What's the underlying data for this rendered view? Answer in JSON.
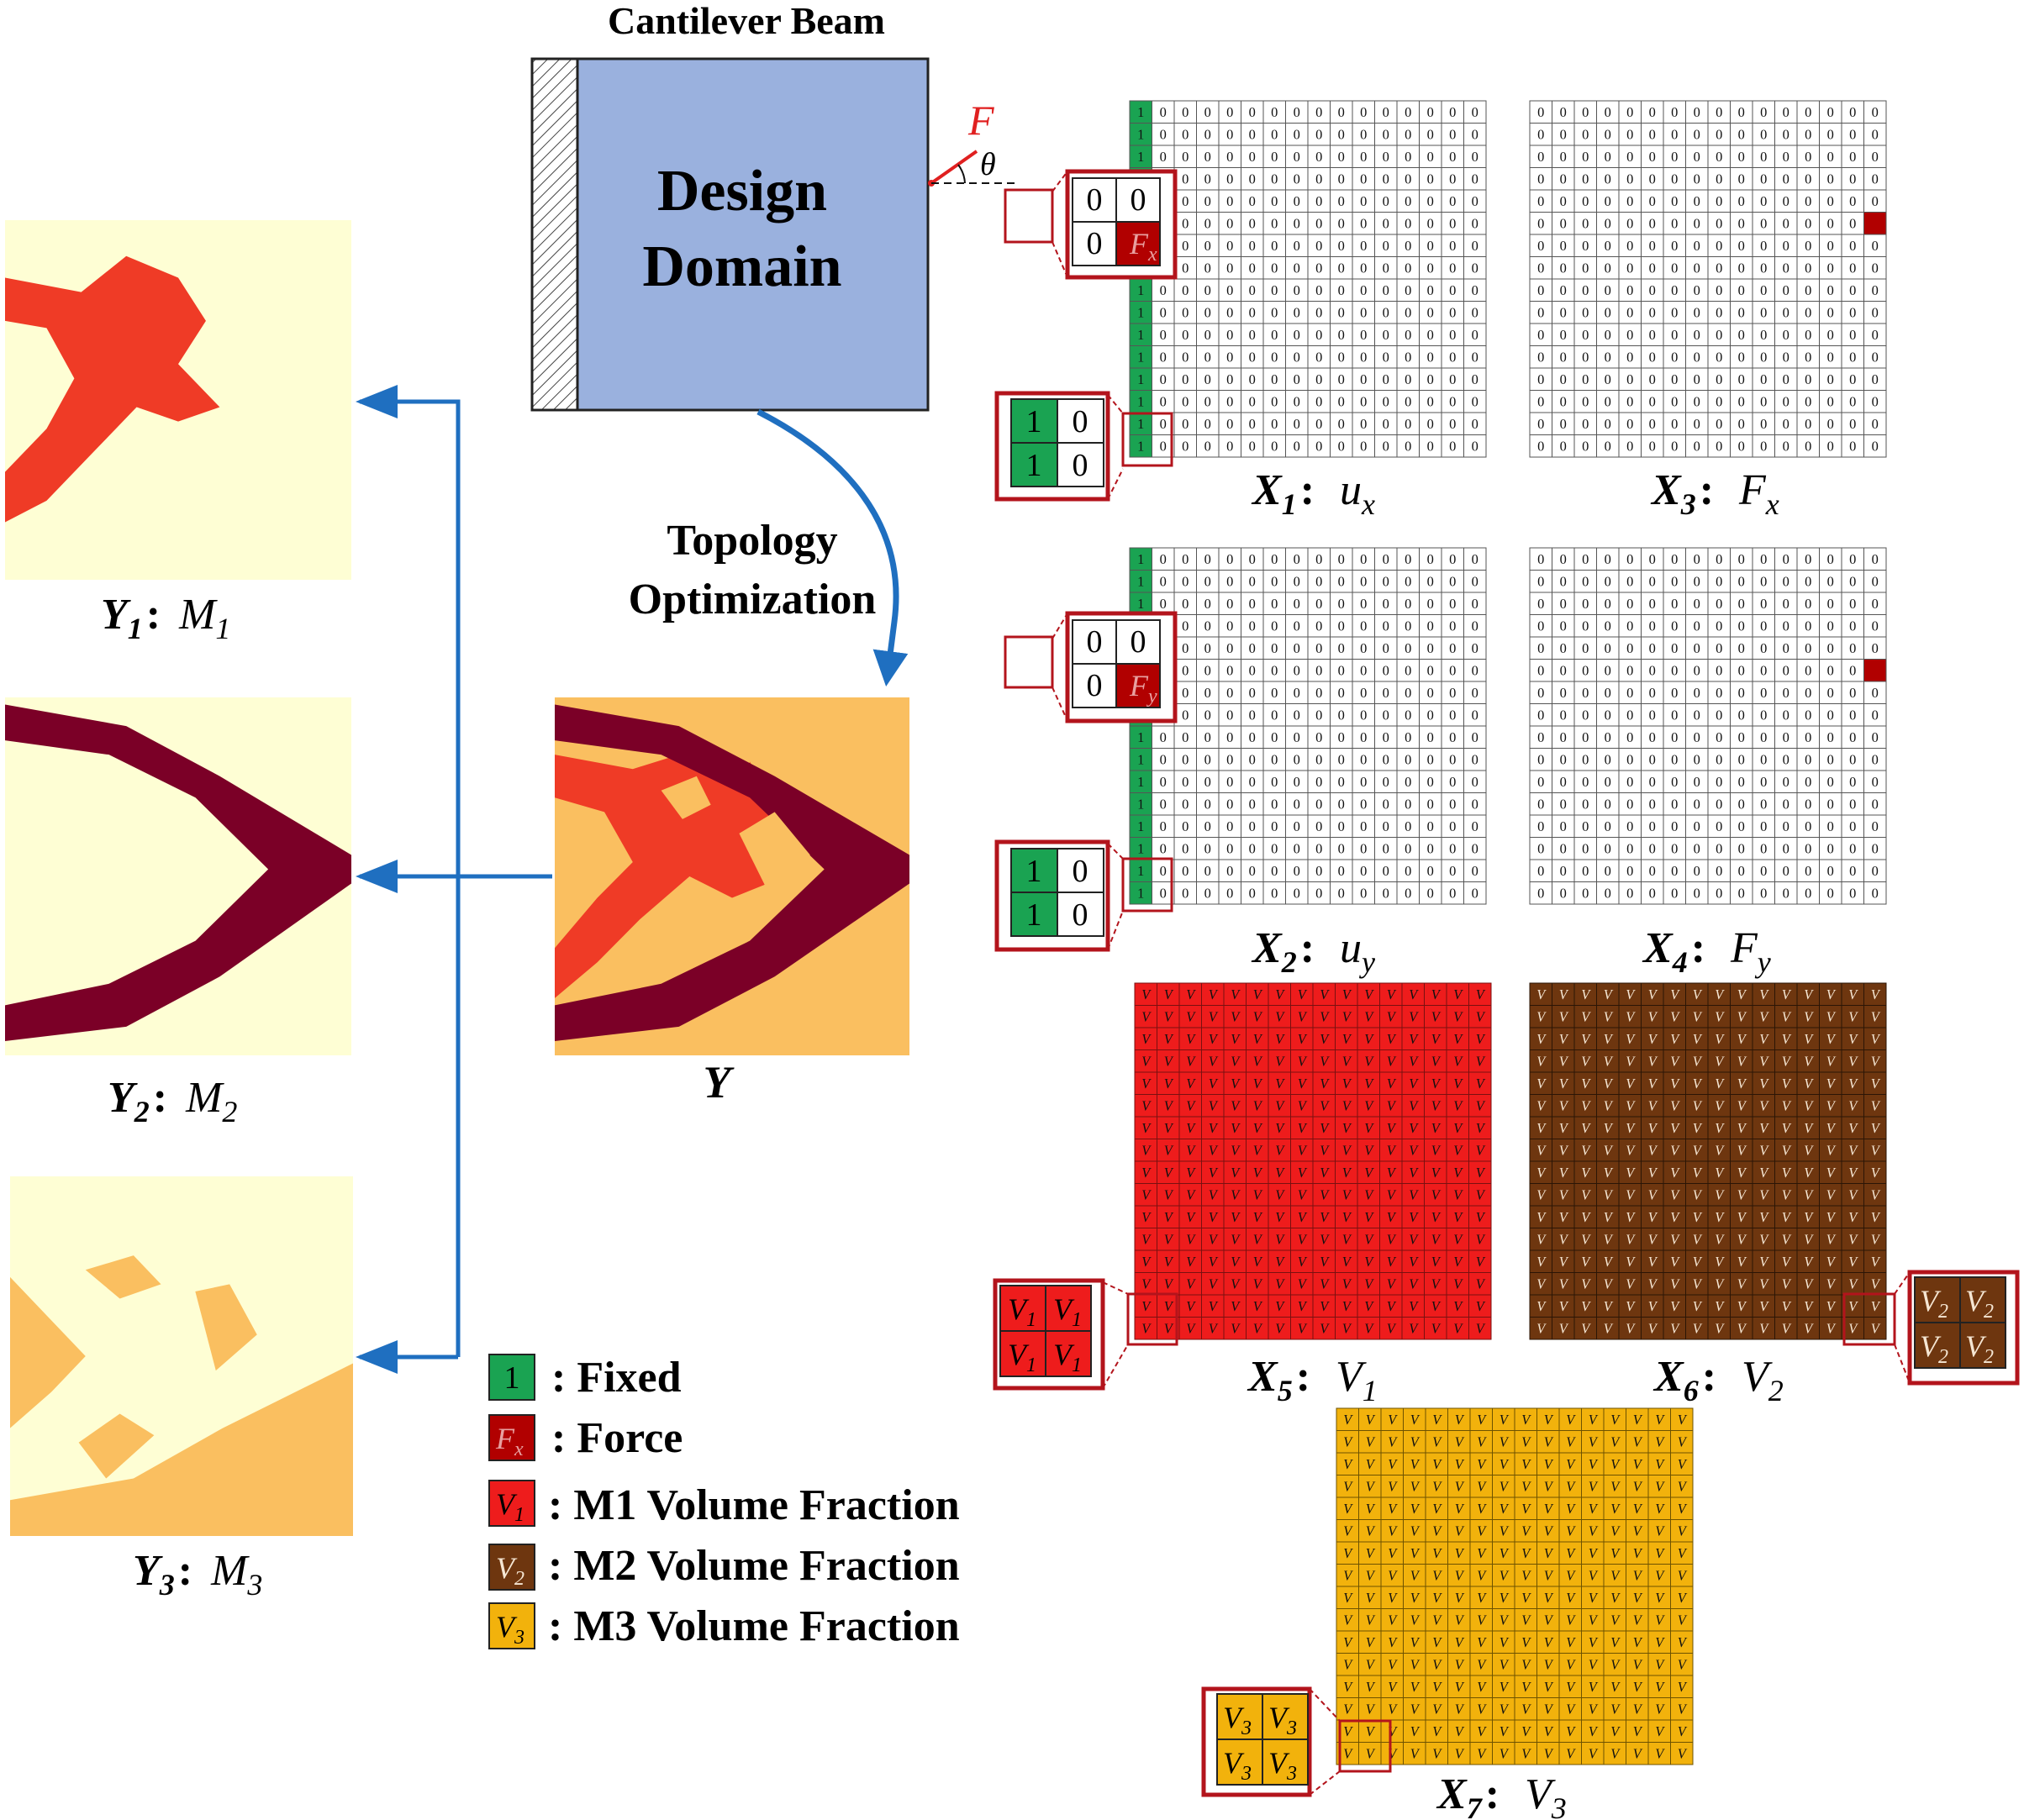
{
  "beam": {
    "title": "Cantilever Beam",
    "domain_line1": "Design",
    "domain_line2": "Domain",
    "force_symbol": "F",
    "angle_symbol": "θ",
    "domain_color": "#9ab1de"
  },
  "arrow_label": {
    "line1": "Topology",
    "line2": "Optimization"
  },
  "y_label": "Y",
  "outputs": [
    {
      "name": "Y",
      "sub": "1",
      "sep": ":",
      "material": "M",
      "msub": "1"
    },
    {
      "name": "Y",
      "sub": "2",
      "sep": ":",
      "material": "M",
      "msub": "2"
    },
    {
      "name": "Y",
      "sub": "3",
      "sep": ":",
      "material": "M",
      "msub": "3"
    }
  ],
  "inputs": [
    {
      "name": "X",
      "sub": "1",
      "sep": ":",
      "var": "u",
      "vsub": "x"
    },
    {
      "name": "X",
      "sub": "2",
      "sep": ":",
      "var": "u",
      "vsub": "y"
    },
    {
      "name": "X",
      "sub": "3",
      "sep": ":",
      "var": "F",
      "vsub": "x"
    },
    {
      "name": "X",
      "sub": "4",
      "sep": ":",
      "var": "F",
      "vsub": "y"
    },
    {
      "name": "X",
      "sub": "5",
      "sep": ":",
      "var": "V",
      "vsub": "1"
    },
    {
      "name": "X",
      "sub": "6",
      "sep": ":",
      "var": "V",
      "vsub": "2"
    },
    {
      "name": "X",
      "sub": "7",
      "sep": ":",
      "var": "V",
      "vsub": "3"
    }
  ],
  "grid_values": {
    "fixed": "1",
    "zero": "0"
  },
  "zoom": {
    "x1": [
      "1",
      "0",
      "1",
      "0"
    ],
    "x2": [
      "1",
      "0",
      "1",
      "0"
    ],
    "x3": [
      "0",
      "0",
      "0"
    ],
    "x4": [
      "0",
      "0",
      "0"
    ],
    "x3_force": {
      "sym": "F",
      "sub": "x"
    },
    "x4_force": {
      "sym": "F",
      "sub": "y"
    },
    "x5": {
      "sym": "V",
      "sub": "1"
    },
    "x6": {
      "sym": "V",
      "sub": "2"
    },
    "x7": {
      "sym": "V",
      "sub": "3"
    }
  },
  "legend": [
    {
      "glyph": "1",
      "glyph_sub": "",
      "label": ": Fixed",
      "color": "#1aa352"
    },
    {
      "glyph": "F",
      "glyph_sub": "x",
      "label": ": Force",
      "color": "#b10000"
    },
    {
      "glyph": "V",
      "glyph_sub": "1",
      "label": ": M1 Volume Fraction",
      "color": "#ee1c1c"
    },
    {
      "glyph": "V",
      "glyph_sub": "2",
      "label": ": M2 Volume Fraction",
      "color": "#6e360f"
    },
    {
      "glyph": "V",
      "glyph_sub": "3",
      "label": ": M3 Volume Fraction",
      "color": "#f2b20c"
    }
  ],
  "colors": {
    "m1": "#ef3b26",
    "m2": "#7b0027",
    "m3": "#fabf60",
    "background": "#fefed4",
    "fixed": "#1aa352",
    "force": "#b10000",
    "v1": "#ee1c1c",
    "v2": "#6e360f",
    "v3": "#f2b20c",
    "arrow": "#1f6fc0",
    "highlight": "#b3141c"
  }
}
